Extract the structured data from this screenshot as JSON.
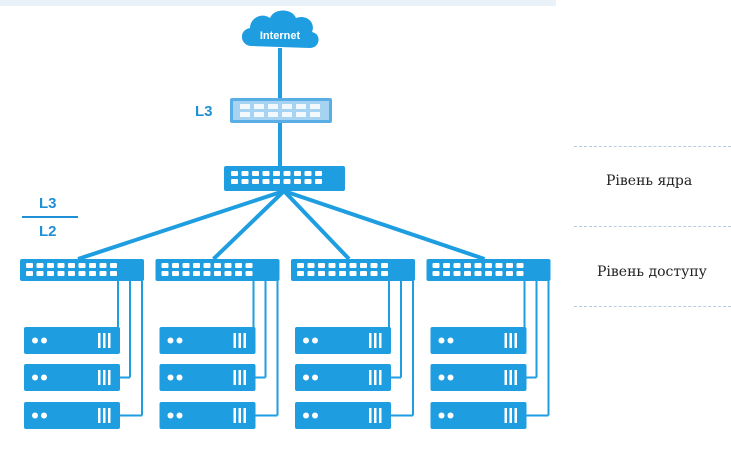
{
  "diagram": {
    "internet_label": "Internet",
    "layer_label_top": "L3",
    "layer_label_l3": "L3",
    "layer_label_l2": "L2",
    "core_level_label": "Рівень ядра",
    "access_level_label": "Рівень доступу",
    "access_switch_count": 4,
    "servers_per_switch": 3,
    "colors": {
      "primary": "#1e9ee0",
      "label": "#1f8fd6",
      "dashed": "#b9cbe0",
      "background_top": "#eaf2f9"
    },
    "icons": {
      "internet": "cloud-icon",
      "router": "router-icon",
      "core_switch": "switch-icon",
      "server": "server-icon"
    }
  }
}
